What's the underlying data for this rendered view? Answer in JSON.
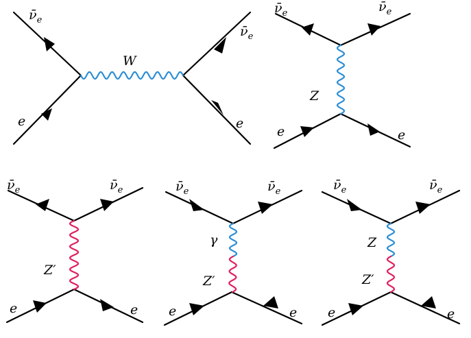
{
  "colors": {
    "line": "#000000",
    "boson_blue": "#2b8ed6",
    "boson_red": "#e0205c"
  },
  "diagrams": [
    {
      "id": "s-channel-W",
      "labels": {
        "top_left_base": "ν̄",
        "top_left_sub": "e",
        "top_right_base": "ν̄",
        "top_right_sub": "e",
        "bottom_left": "e",
        "bottom_right": "e",
        "boson": "W"
      }
    },
    {
      "id": "t-channel-Z",
      "labels": {
        "top_left_base": "ν̄",
        "top_left_sub": "e",
        "top_right_base": "ν̄",
        "top_right_sub": "e",
        "bottom_left": "e",
        "bottom_right": "e",
        "boson": "Z"
      }
    },
    {
      "id": "t-channel-Zprime",
      "labels": {
        "top_left_base": "ν̄",
        "top_left_sub": "e",
        "top_right_base": "ν̄",
        "top_right_sub": "e",
        "bottom_left": "e",
        "bottom_right": "e",
        "boson": "Z′"
      }
    },
    {
      "id": "t-channel-gamma-Zprime",
      "labels": {
        "top_left_base": "ν̄",
        "top_left_sub": "e",
        "top_right_base": "ν̄",
        "top_right_sub": "e",
        "bottom_left": "e",
        "bottom_right": "e",
        "boson_upper": "γ",
        "boson_lower": "Z′"
      }
    },
    {
      "id": "t-channel-Z-Zprime",
      "labels": {
        "top_left_base": "ν̄",
        "top_left_sub": "e",
        "top_right_base": "ν̄",
        "top_right_sub": "e",
        "bottom_left": "e",
        "bottom_right": "e",
        "boson_upper": "Z",
        "boson_lower": "Z′"
      }
    }
  ]
}
